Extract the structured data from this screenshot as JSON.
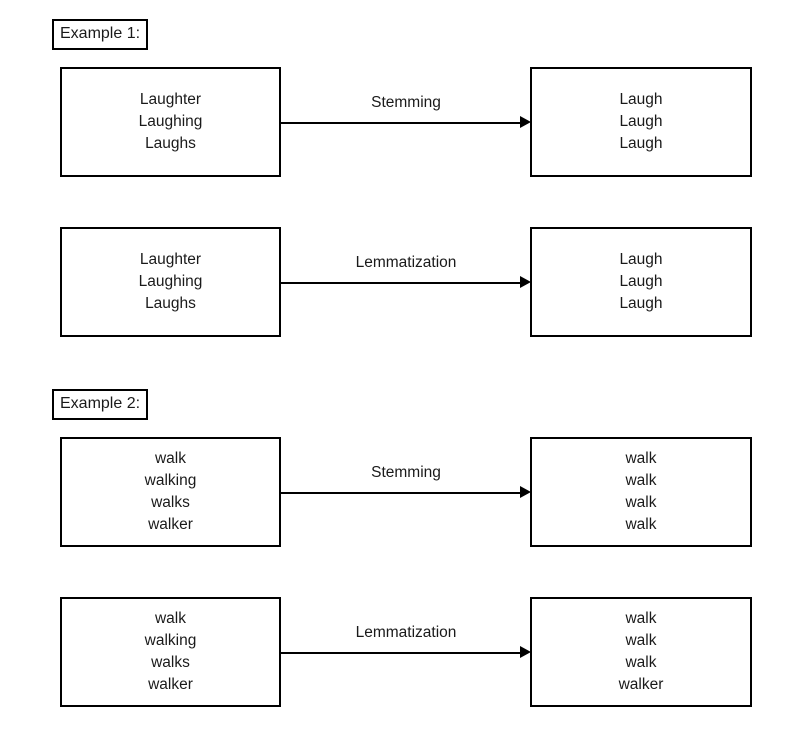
{
  "diagram": {
    "title_hidden": "Stemming vs Lemmatization examples",
    "background": "#ffffff",
    "stroke_color": "#000000",
    "text_color": "#1a1a1a",
    "sections": [
      {
        "label": "Example 1:",
        "rows": [
          {
            "operation": "Stemming",
            "input_words": [
              "Laughter",
              "Laughing",
              "Laughs"
            ],
            "output_words": [
              "Laugh",
              "Laugh",
              "Laugh"
            ]
          },
          {
            "operation": "Lemmatization",
            "input_words": [
              "Laughter",
              "Laughing",
              "Laughs"
            ],
            "output_words": [
              "Laugh",
              "Laugh",
              "Laugh"
            ]
          }
        ]
      },
      {
        "label": "Example 2:",
        "rows": [
          {
            "operation": "Stemming",
            "input_words": [
              "walk",
              "walking",
              "walks",
              "walker"
            ],
            "output_words": [
              "walk",
              "walk",
              "walk",
              "walk"
            ]
          },
          {
            "operation": "Lemmatization",
            "input_words": [
              "walk",
              "walking",
              "walks",
              "walker"
            ],
            "output_words": [
              "walk",
              "walk",
              "walk",
              "walker"
            ]
          }
        ]
      }
    ]
  }
}
